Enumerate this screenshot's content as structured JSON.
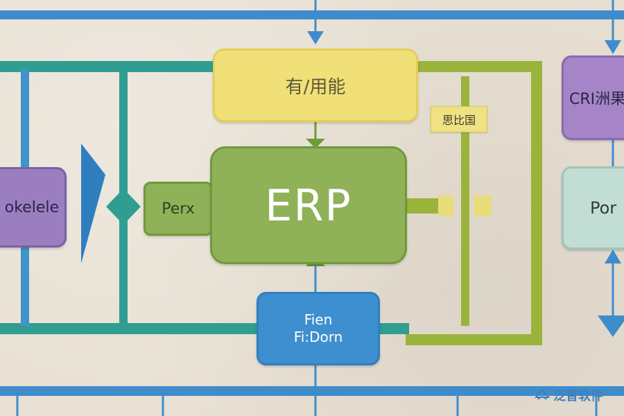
{
  "diagram": {
    "top_box": {
      "label": "有/用能"
    },
    "center_box": {
      "label": "ERP"
    },
    "left_green_box": {
      "label": "Perx"
    },
    "bottom_box": {
      "line1": "Fien",
      "line2": "Fi:Dorn"
    },
    "left_purple_box": {
      "label": "okelele"
    },
    "right_purple_box": {
      "label": "CRI洲果"
    },
    "right_teal_box": {
      "label": "Por"
    },
    "connector_tag": {
      "label": "思比国"
    }
  },
  "watermark": {
    "text": "泛普软件"
  },
  "colors": {
    "background": "#e8e0d3",
    "blue_lines": "#3e8ccc",
    "teal_lines": "#2f9d92",
    "olive_lines": "#9ab43b",
    "erp_green": "#8fb158",
    "yellow": "#f1df78",
    "purple": "#9b7ec0",
    "mint": "#c2ddd3",
    "watermark": "#3f7fbf"
  }
}
